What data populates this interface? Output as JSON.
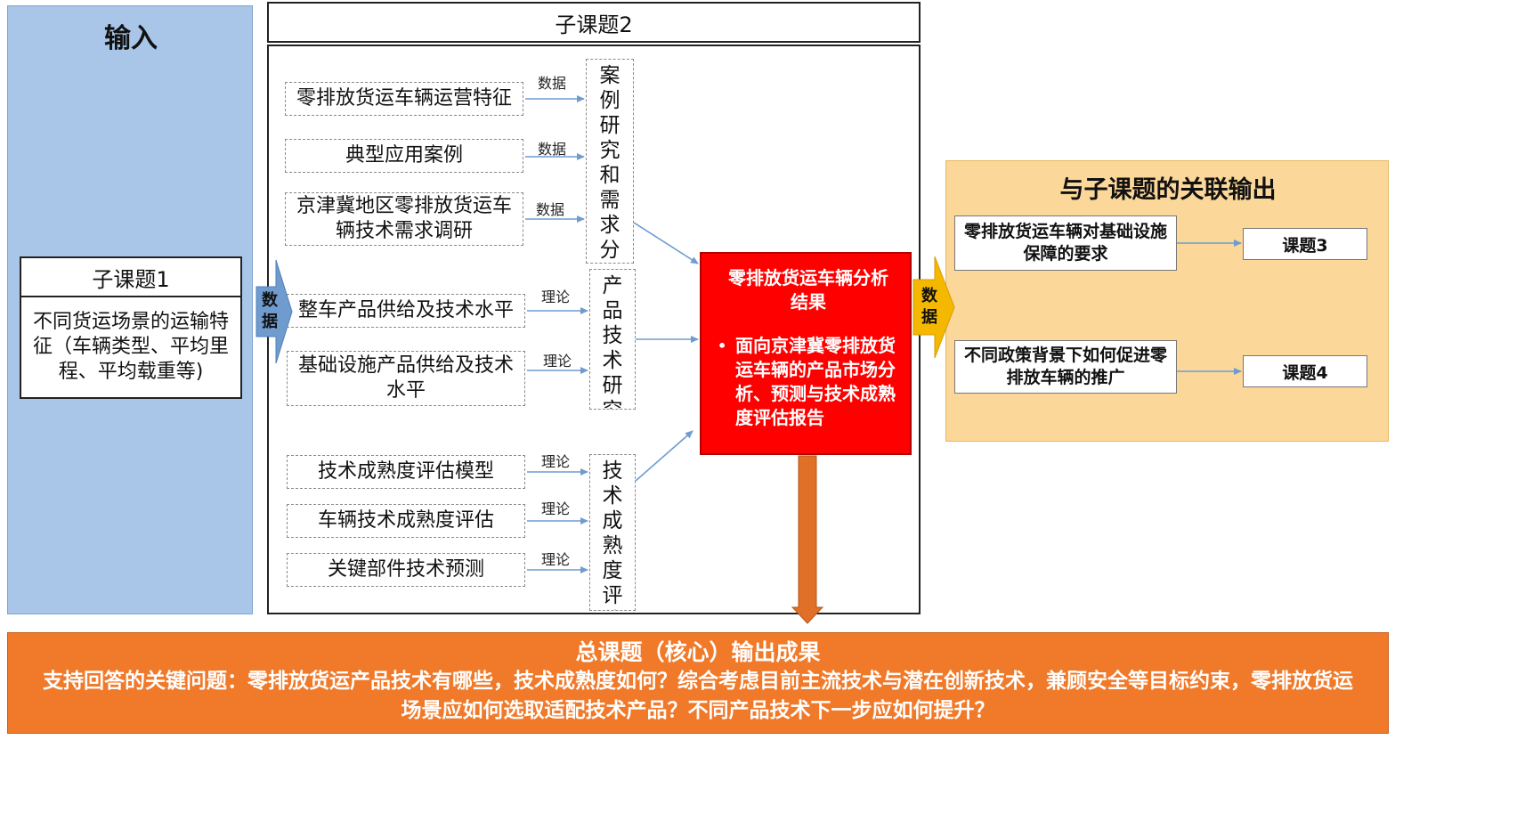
{
  "input": {
    "title": "输入",
    "sub1_title": "子课题1",
    "sub1_body": "不同货运场景的运输特征（车辆类型、平均里程、平均载重等)"
  },
  "middle": {
    "title": "子课题2",
    "left_arrow_label": "数据",
    "groups": [
      {
        "column": "案例研究和需求分析",
        "items": [
          {
            "label": "零排放货运车辆运营特征",
            "edge": "数据"
          },
          {
            "label": "典型应用案例",
            "edge": "数据"
          },
          {
            "label": "京津冀地区零排放货运车辆技术需求调研",
            "edge": "数据"
          }
        ]
      },
      {
        "column": "产品技术研究",
        "items": [
          {
            "label": "整车产品供给及技术水平",
            "edge": "理论"
          },
          {
            "label": "基础设施产品供给及技术水平",
            "edge": "理论"
          }
        ]
      },
      {
        "column": "技术成熟度评估",
        "items": [
          {
            "label": "技术成熟度评估模型",
            "edge": "理论"
          },
          {
            "label": "车辆技术成熟度评估",
            "edge": "理论"
          },
          {
            "label": "关键部件技术预测",
            "edge": "理论"
          }
        ]
      }
    ],
    "result_title": "零排放货运车辆分析结果",
    "result_bullet": "面向京津冀零排放货运车辆的产品市场分析、预测与技术成熟度评估报告",
    "right_arrow_label": "数据"
  },
  "output": {
    "title": "与子课题的关联输出",
    "rows": [
      {
        "need": "零排放货运车辆对基础设施保障的要求",
        "target": "课题3"
      },
      {
        "need": "不同政策背景下如何促进零排放车辆的推广",
        "target": "课题4"
      }
    ]
  },
  "bottom": {
    "title": "总课题（核心）输出成果",
    "body": "支持回答的关键问题：零排放货运产品技术有哪些，技术成熟度如何？综合考虑目前主流技术与潜在创新技术，兼顾安全等目标约束，零排放货运场景应如何选取适配技术产品？不同产品技术下一步应如何提升？"
  },
  "colors": {
    "input_panel": "#a9c6e8",
    "result_box": "#ff0000",
    "output_panel": "#fbd79a",
    "bottom_bar": "#f07a2a",
    "arrow_blue": "#6f9bcf",
    "arrow_gold": "#f5b800",
    "arrow_orange": "#e06f28"
  }
}
